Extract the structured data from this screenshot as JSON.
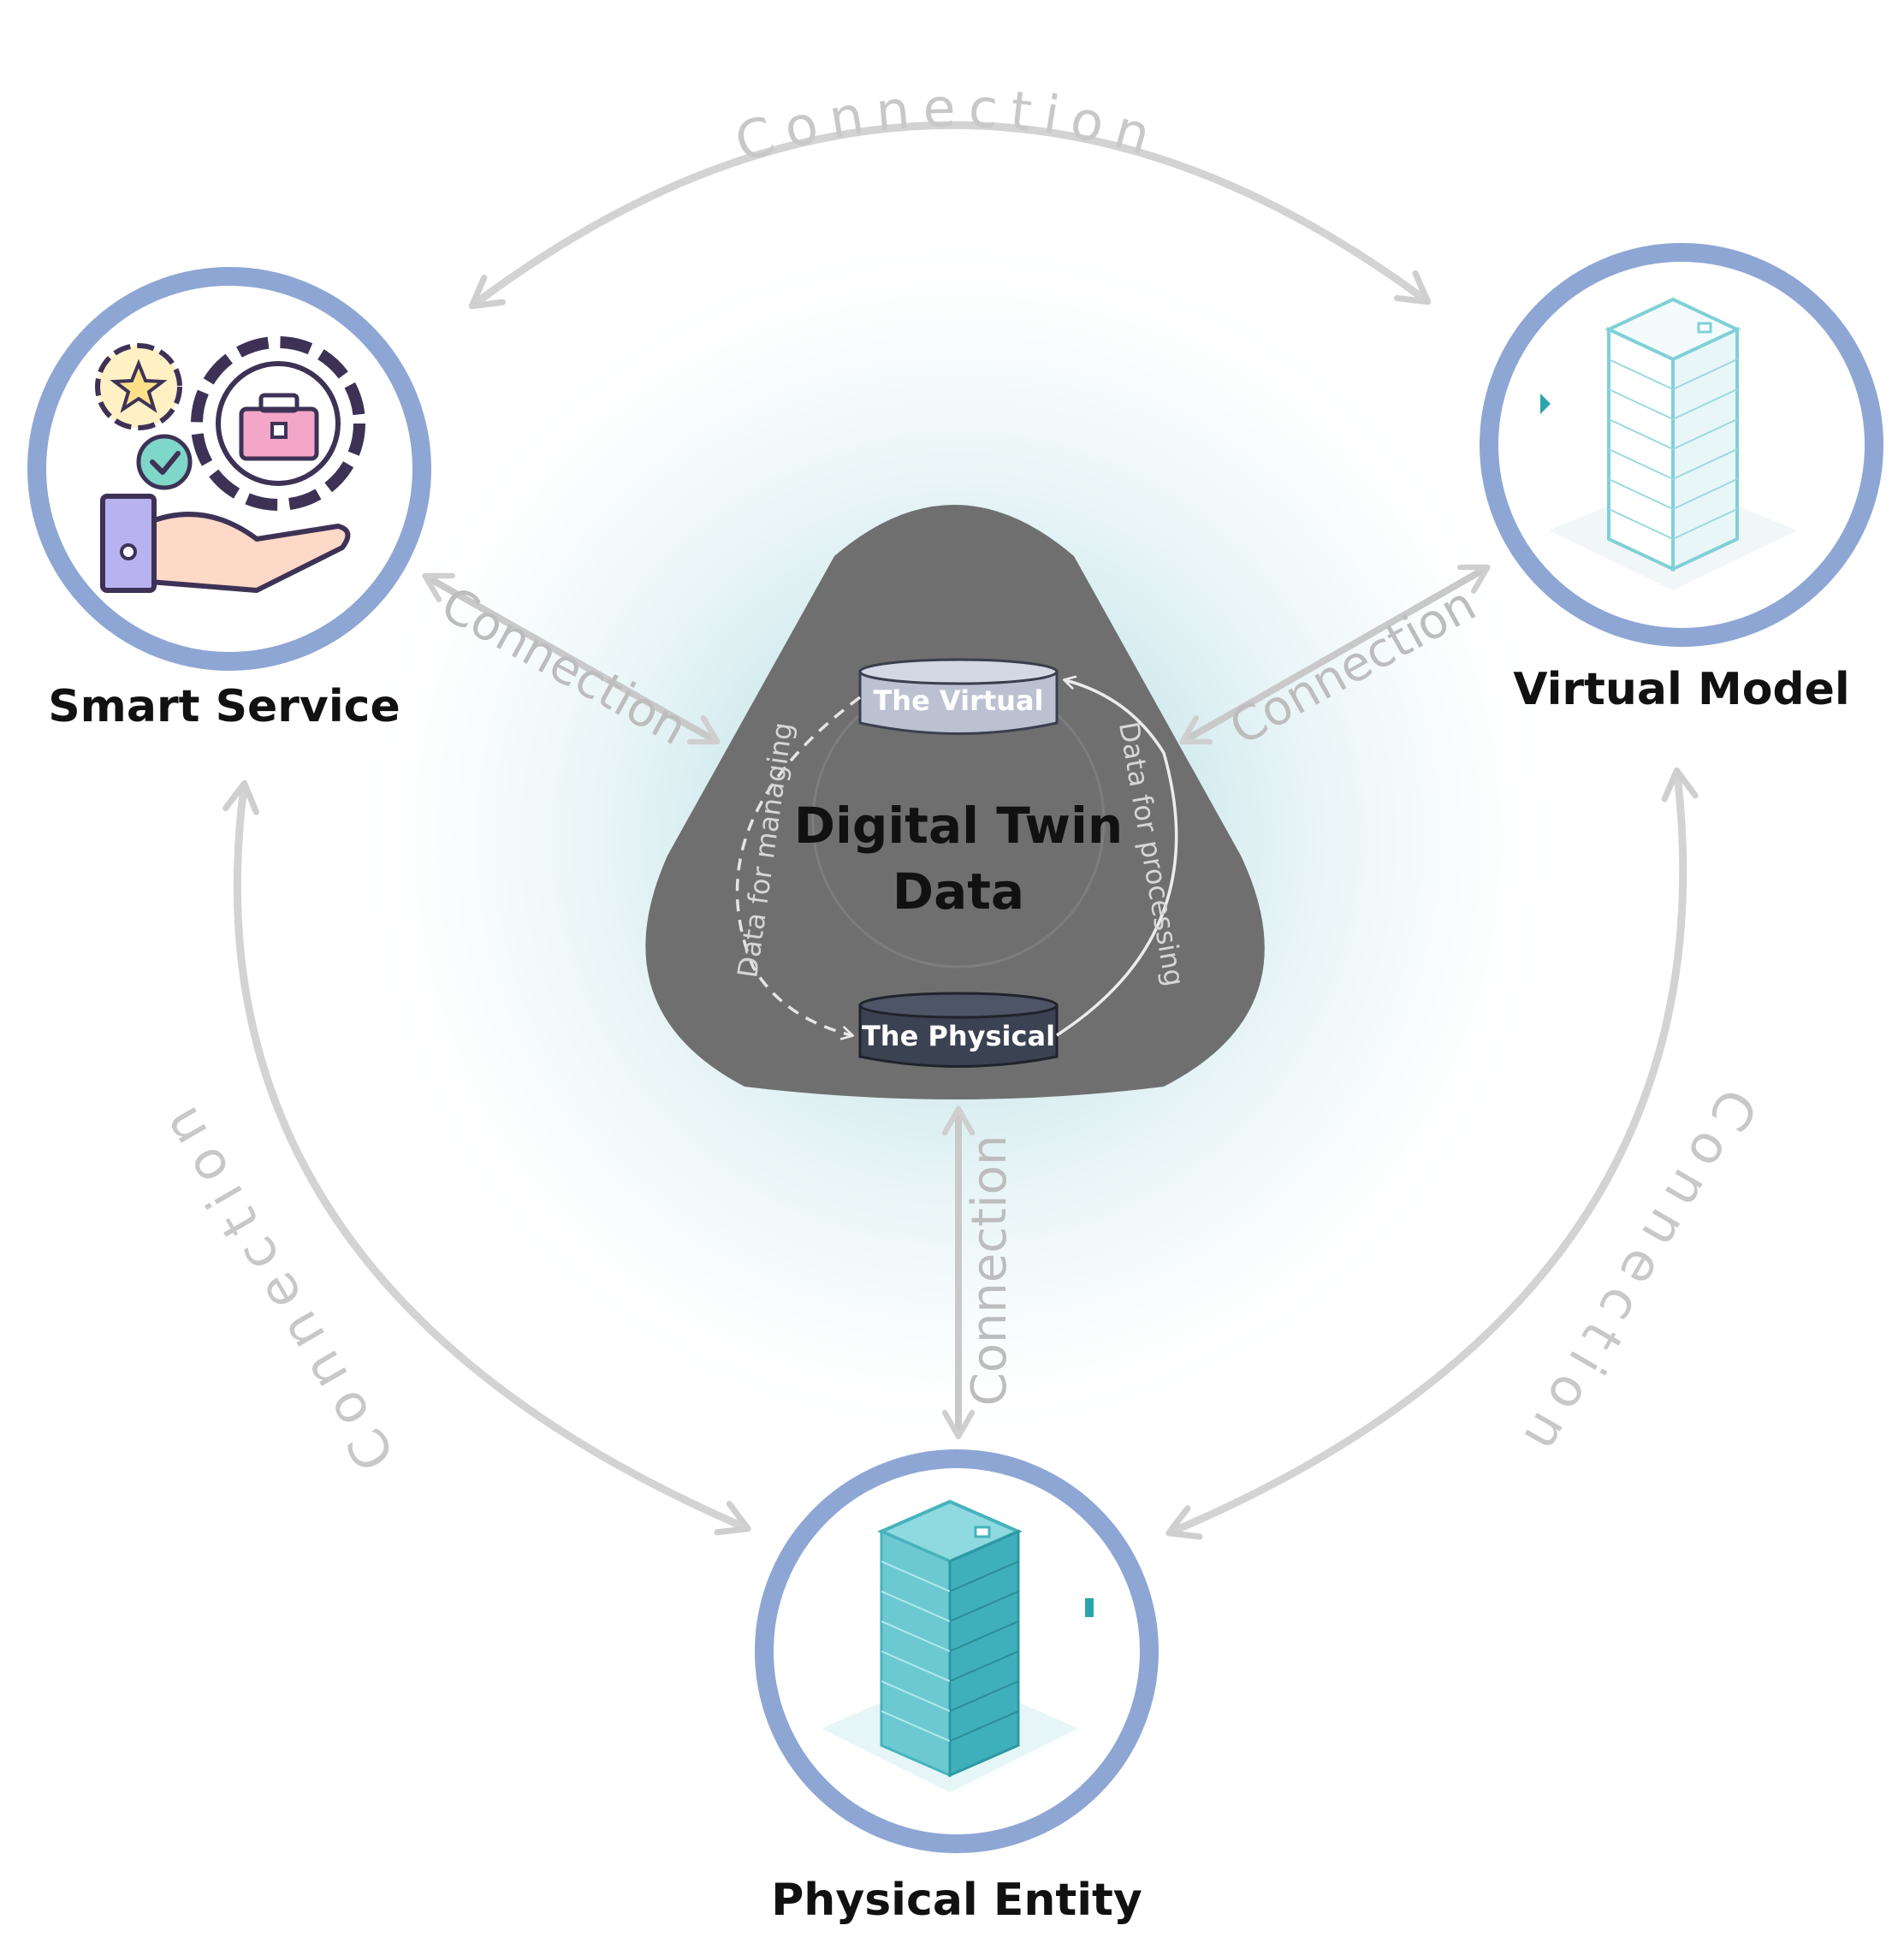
{
  "nodes": {
    "smart_service": {
      "label": "Smart Service"
    },
    "virtual_model": {
      "label": "Virtual Model"
    },
    "physical_entity": {
      "label": "Physical Entity"
    }
  },
  "center": {
    "title_line1": "Digital Twin",
    "title_line2": "Data",
    "db_virtual": "The Virtual",
    "db_physical": "The Physical",
    "flow_left": "Data for managing",
    "flow_right": "Data for processing"
  },
  "connections": {
    "outer_top": "Connection",
    "outer_left": "Connection",
    "outer_right": "Connection",
    "inner_left": "Connection",
    "inner_right": "Connection",
    "inner_bottom": "Connection"
  },
  "colors": {
    "ring": "#8ea6d4",
    "arrow": "#cfcfcf",
    "center_fill": "#6f6f6f",
    "glow": "#cfe8ec",
    "building": "#5fc6d0"
  }
}
